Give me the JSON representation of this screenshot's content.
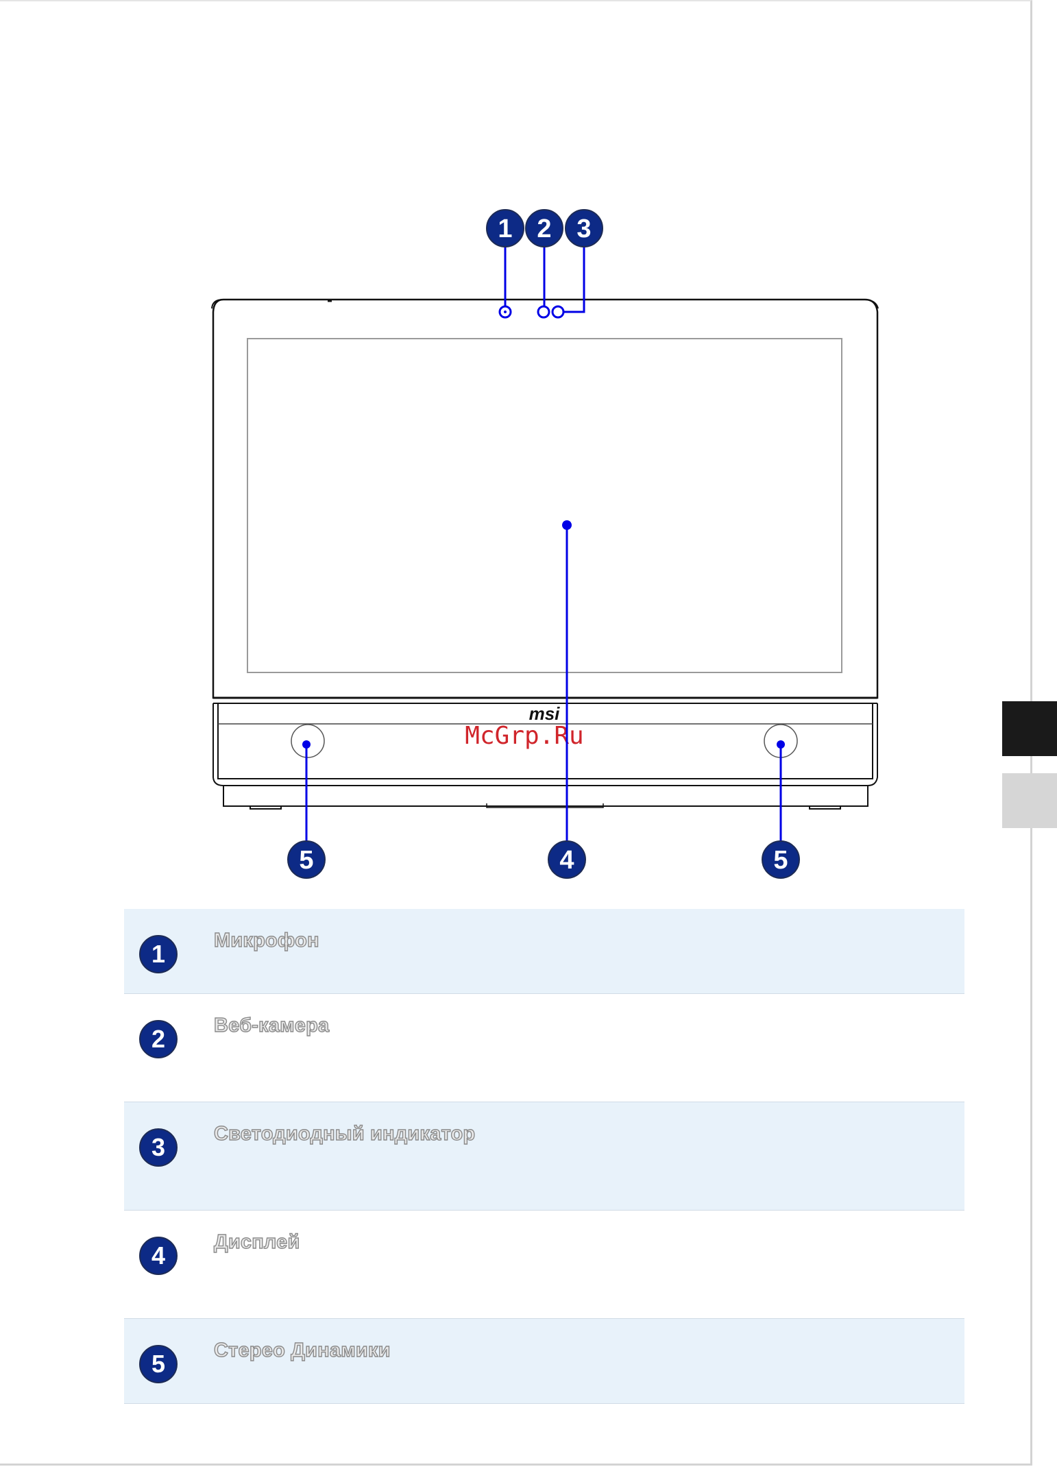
{
  "diagram": {
    "callout_numbers": {
      "n1": "1",
      "n2": "2",
      "n3": "3",
      "n4": "4",
      "n5": "5"
    },
    "brand_logo": "msi",
    "watermark": "McGrp.Ru",
    "colors": {
      "callout_fill": "#0d2a86",
      "leader_line": "#0000e6",
      "watermark": "#d0252b"
    }
  },
  "legend": {
    "items": [
      {
        "number": "1",
        "label": "Микрофон"
      },
      {
        "number": "2",
        "label": "Веб-камера"
      },
      {
        "number": "3",
        "label": "Светодиодный индикатор"
      },
      {
        "number": "4",
        "label": "Дисплей"
      },
      {
        "number": "5",
        "label": "Стерео Динамики"
      }
    ]
  }
}
